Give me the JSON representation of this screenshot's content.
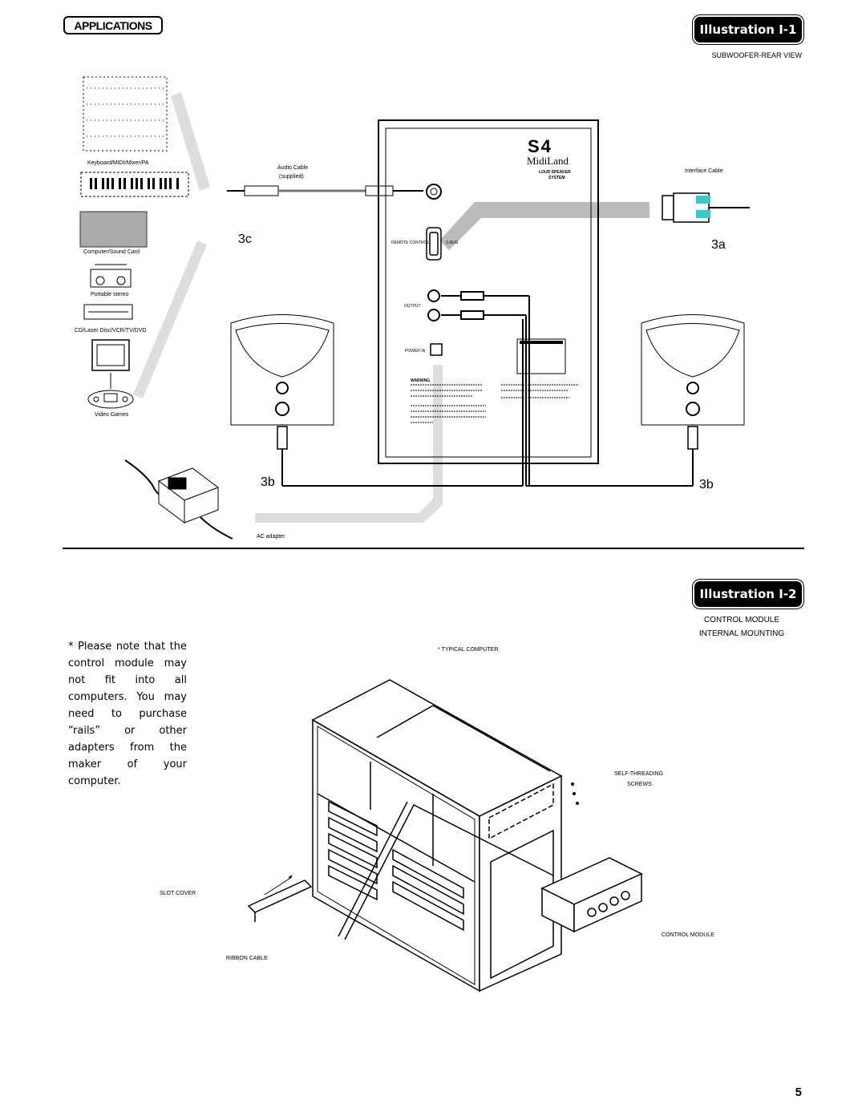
{
  "header": {
    "section_badge": "APPLICATIONS",
    "illustration_1_title": "Illustration I-1",
    "illustration_1_subtitle": "SUBWOOFER-REAR VIEW",
    "illustration_2_title": "Illustration I-2",
    "illustration_2_subtitle_line1": "CONTROL MODULE",
    "illustration_2_subtitle_line2": "INTERNAL MOUNTING"
  },
  "illustration_1": {
    "sources": [
      "Keyboard/MIDI/Mixer/PA",
      "Computer/Sound Card",
      "Portable stereo",
      "CD/Laser Disc/VCR/TV/DVD",
      "Video Games"
    ],
    "audio_cable_line1": "Audio Cable",
    "audio_cable_line2": "(supplied)",
    "interface_cable": "Interface Cable",
    "ac_adapter": "AC adapter",
    "callout_3c": "3c",
    "callout_3a": "3a",
    "callout_3b_left": "3b",
    "callout_3b_right": "3b",
    "panel_labels": {
      "remote_control": "REMOTE CONTROL",
      "s_bus": "S-BUS",
      "output": "OUTPUT",
      "power_in": "POWER IN",
      "logo_line1": "S4",
      "logo_line2": "MidiLand",
      "logo_sub1": "LOUD SPEAKER",
      "logo_sub2": "SYSTEM",
      "warning": "WARNING"
    }
  },
  "illustration_2": {
    "note": "* Please note that the control module may not fit into all computers. You may need to purchase “rails” or other adapters from the maker of your computer.",
    "typical_computer": "* TYPICAL COMPUTER",
    "self_threading_line1": "SELF-THREADING",
    "self_threading_line2": "SCREWS",
    "slot_cover": "SLOT COVER",
    "ribbon_cable": "RIBBON CABLE",
    "control_module": "CONTROL MODULE"
  },
  "footer": {
    "page_number": "5"
  }
}
